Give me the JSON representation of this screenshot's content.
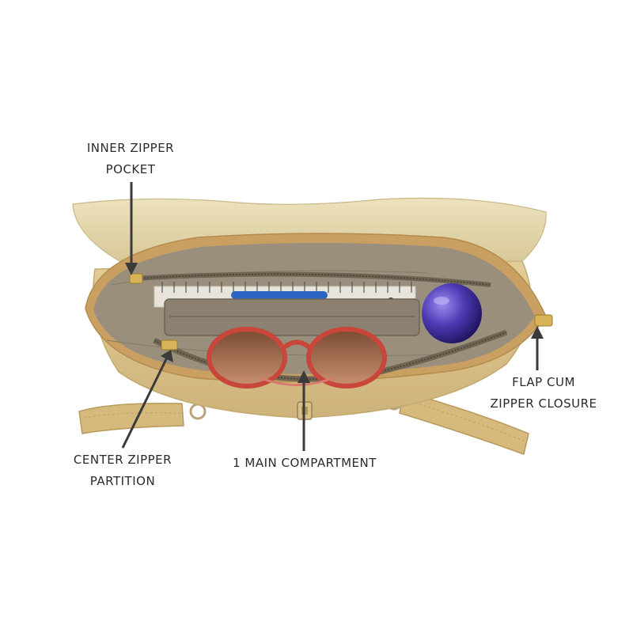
{
  "callouts": {
    "inner_zipper_pocket": [
      "INNER ZIPPER",
      "POCKET"
    ],
    "flap_cum_zipper_closure": [
      "FLAP CUM",
      "ZIPPER CLOSURE"
    ],
    "center_zipper_partition": [
      "CENTER ZIPPER",
      "PARTITION"
    ],
    "main_compartment": [
      "1 MAIN COMPARTMENT"
    ]
  },
  "colors": {
    "background": "#ffffff",
    "bag_outer": "#d9c38f",
    "flap": "#e4d6a8",
    "lining": "#9a8f7c",
    "zipper_tape": "#c9a062",
    "strap": "#d6b97c",
    "label_text": "#2a2a2a",
    "pointer": "#3a3a3a",
    "sunglasses": "#c8463a",
    "ball": "#4b3bb0"
  }
}
